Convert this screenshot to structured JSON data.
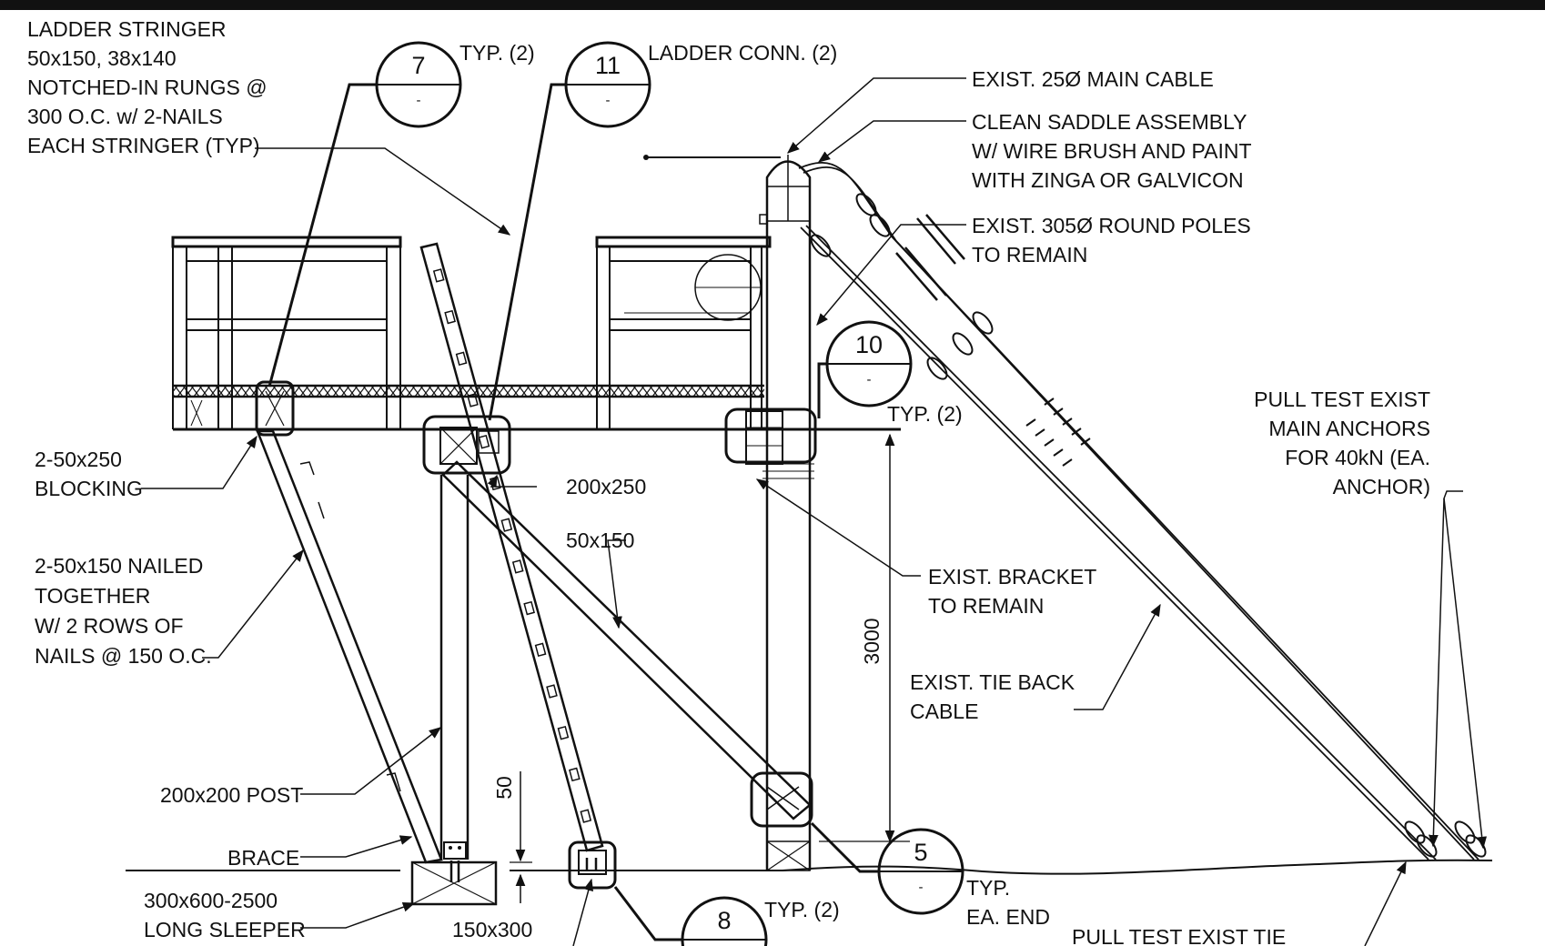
{
  "notes": {
    "stringer": [
      "LADDER STRINGER",
      "50x150, 38x140",
      "NOTCHED-IN RUNGS @",
      "300 O.C. w/ 2-NAILS",
      "EACH STRINGER (TYP)"
    ],
    "typ2_top": "TYP. (2)",
    "ladder_conn": "LADDER CONN. (2)",
    "main_cable": "EXIST. 25Ø MAIN CABLE",
    "saddle": [
      "CLEAN SADDLE ASSEMBLY",
      "W/ WIRE BRUSH AND PAINT",
      "WITH ZINGA OR GALVICON"
    ],
    "poles": [
      "EXIST. 305Ø ROUND POLES",
      "TO REMAIN"
    ],
    "pull_test_anchors": [
      "PULL TEST EXIST",
      "MAIN ANCHORS",
      "FOR 40kN (EA.",
      "ANCHOR)"
    ],
    "typ2_mid": "TYP. (2)",
    "blocking": [
      "2-50x250",
      "BLOCKING"
    ],
    "d200x250": "200x250",
    "d50x150": "50x150",
    "nailed": [
      "2-50x150 NAILED",
      "TOGETHER",
      "W/ 2 ROWS OF",
      "NAILS @ 150 O.C."
    ],
    "bracket": [
      "EXIST. BRACKET",
      "TO REMAIN"
    ],
    "dim3000": "3000",
    "tieback": [
      "EXIST. TIE BACK",
      "CABLE"
    ],
    "dim50": "50",
    "post": "200x200 POST",
    "brace": "BRACE",
    "sleeper": [
      "300x600-2500",
      "LONG SLEEPER"
    ],
    "d150x300": "150x300",
    "typ2_bottom": "TYP. (2)",
    "typ_ea_end": [
      "TYP.",
      "EA. END"
    ],
    "pull_test_tie": "PULL TEST EXIST TIE"
  },
  "callouts": {
    "c7": {
      "number": "7",
      "sheet": "-"
    },
    "c11": {
      "number": "11",
      "sheet": "-"
    },
    "c10": {
      "number": "10",
      "sheet": "-"
    },
    "c5": {
      "number": "5",
      "sheet": "-"
    },
    "c8": {
      "number": "8",
      "sheet": "-"
    }
  },
  "colors": {
    "ink": "#111111",
    "paper": "#ffffff"
  }
}
